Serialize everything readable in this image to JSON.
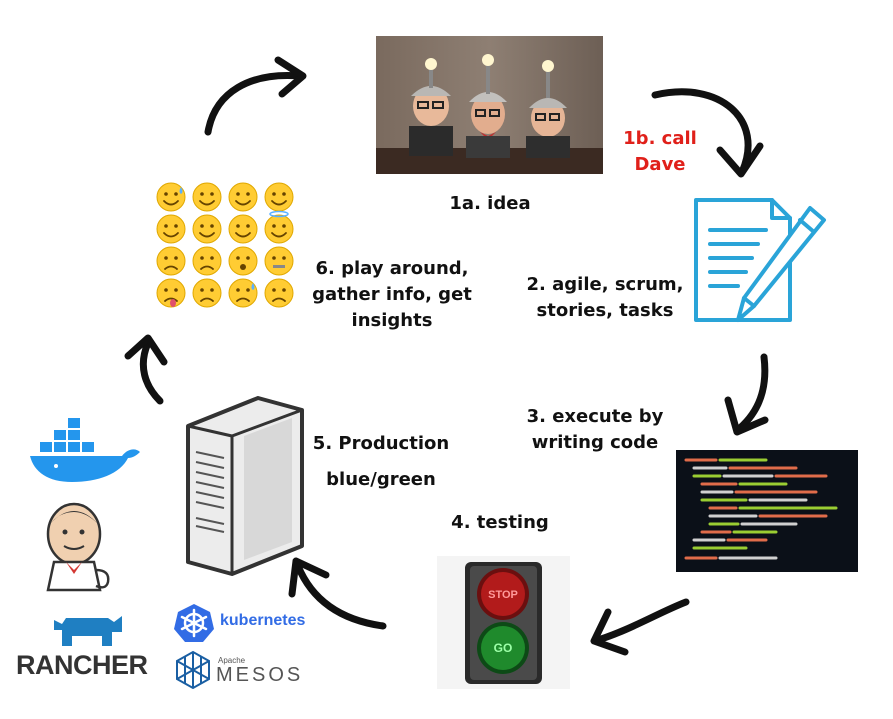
{
  "steps": {
    "idea": {
      "label": "1a. idea"
    },
    "call": {
      "line1": "1b. call",
      "line2": "Dave"
    },
    "agile": {
      "line1": "2. agile, scrum,",
      "line2": "stories, tasks"
    },
    "execute": {
      "line1": "3. execute by",
      "line2": "writing code"
    },
    "testing": {
      "label": "4. testing"
    },
    "production": {
      "line1": "5. Production",
      "line2": "blue/green"
    },
    "playaround": {
      "line1": "6. play around,",
      "line2": "gather info, get",
      "line3": "insights"
    }
  },
  "traffic_light": {
    "stop": "STOP",
    "go": "GO"
  },
  "logos": {
    "rancher": "RANCHER",
    "kubernetes": "kubernetes",
    "mesos_small": "Apache",
    "mesos": "MESOS"
  },
  "colors": {
    "accent_red": "#e0201a",
    "pencil_blue": "#2aa4d8",
    "docker_blue": "#2496ed",
    "rancher_blue": "#1f7fc2",
    "k8s_blue": "#326ce5"
  },
  "icons": {
    "emoji_grid": [
      "sweat-smile",
      "laughing",
      "wink",
      "smile",
      "relaxed",
      "slight-smile",
      "hugging",
      "halo",
      "confounded",
      "disappointed-relieved",
      "hushed",
      "zipper-mouth",
      "tongue-out",
      "unamused",
      "downcast-sweat",
      "pensive"
    ]
  }
}
